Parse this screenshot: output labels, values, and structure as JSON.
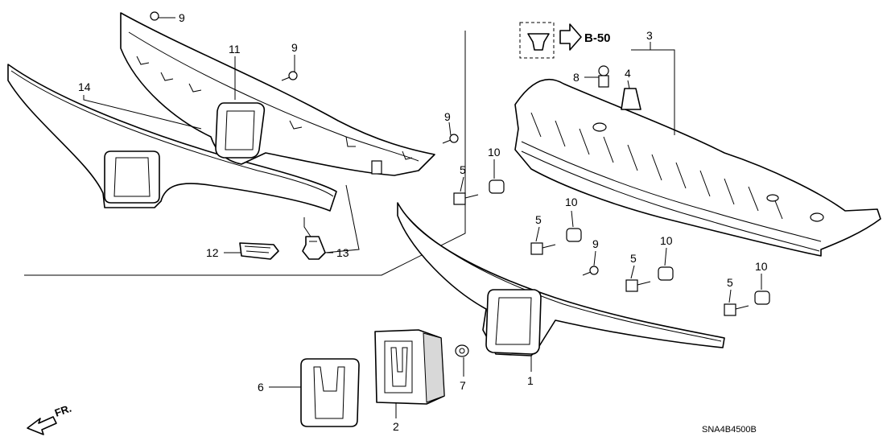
{
  "diagram": {
    "ref_arrow_label": "B-50",
    "front_indicator": "FR.",
    "diagram_code": "SNA4B4500B",
    "callouts": [
      {
        "id": "c9a",
        "label": "9"
      },
      {
        "id": "c11",
        "label": "11"
      },
      {
        "id": "c9b",
        "label": "9"
      },
      {
        "id": "c14",
        "label": "14"
      },
      {
        "id": "c9c",
        "label": "9"
      },
      {
        "id": "c3",
        "label": "3"
      },
      {
        "id": "c8",
        "label": "8"
      },
      {
        "id": "c4",
        "label": "4"
      },
      {
        "id": "c10a",
        "label": "10"
      },
      {
        "id": "c5a",
        "label": "5"
      },
      {
        "id": "c10b",
        "label": "10"
      },
      {
        "id": "c5b",
        "label": "5"
      },
      {
        "id": "c9d",
        "label": "9"
      },
      {
        "id": "c10c",
        "label": "10"
      },
      {
        "id": "c5c",
        "label": "5"
      },
      {
        "id": "c10d",
        "label": "10"
      },
      {
        "id": "c5d",
        "label": "5"
      },
      {
        "id": "c12",
        "label": "12"
      },
      {
        "id": "c13",
        "label": "13"
      },
      {
        "id": "c6",
        "label": "6"
      },
      {
        "id": "c2",
        "label": "2"
      },
      {
        "id": "c7",
        "label": "7"
      },
      {
        "id": "c1",
        "label": "1"
      }
    ]
  }
}
